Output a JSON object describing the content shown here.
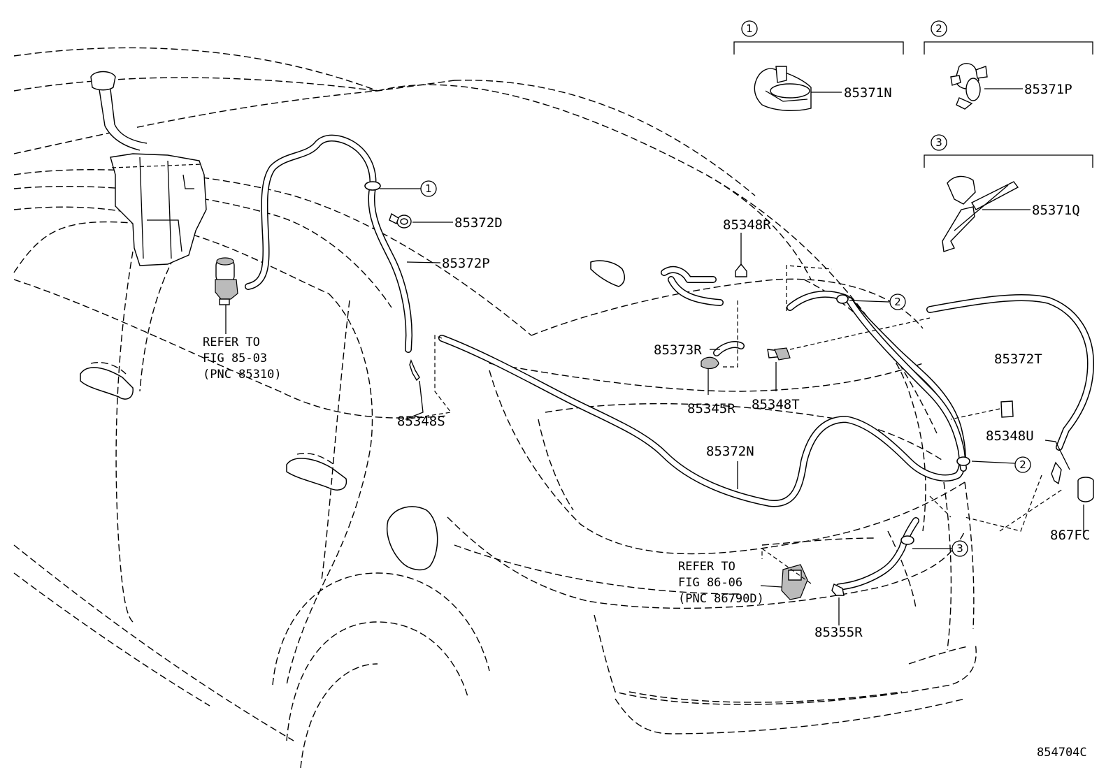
{
  "diagram": {
    "labels": {
      "p85371N": "85371N",
      "p85371P": "85371P",
      "p85371Q": "85371Q",
      "p85372D": "85372D",
      "p85372P": "85372P",
      "p85348R": "85348R",
      "p85373R": "85373R",
      "p85345R": "85345R",
      "p85348T": "85348T",
      "p85372T": "85372T",
      "p85348U": "85348U",
      "p85348S": "85348S",
      "p85372N": "85372N",
      "p867FC": "867FC",
      "p85355R": "85355R"
    },
    "callouts": {
      "c1": "1",
      "c2": "2",
      "c3": "3"
    },
    "refer_washer_motor": {
      "line1": "REFER TO",
      "line2": "FIG 85-03",
      "line3": "(PNC 85310)"
    },
    "refer_nozzle": {
      "line1": "REFER TO",
      "line2": "FIG 86-06",
      "line3": "(PNC 86790D)"
    },
    "figure_code": "854704C"
  }
}
